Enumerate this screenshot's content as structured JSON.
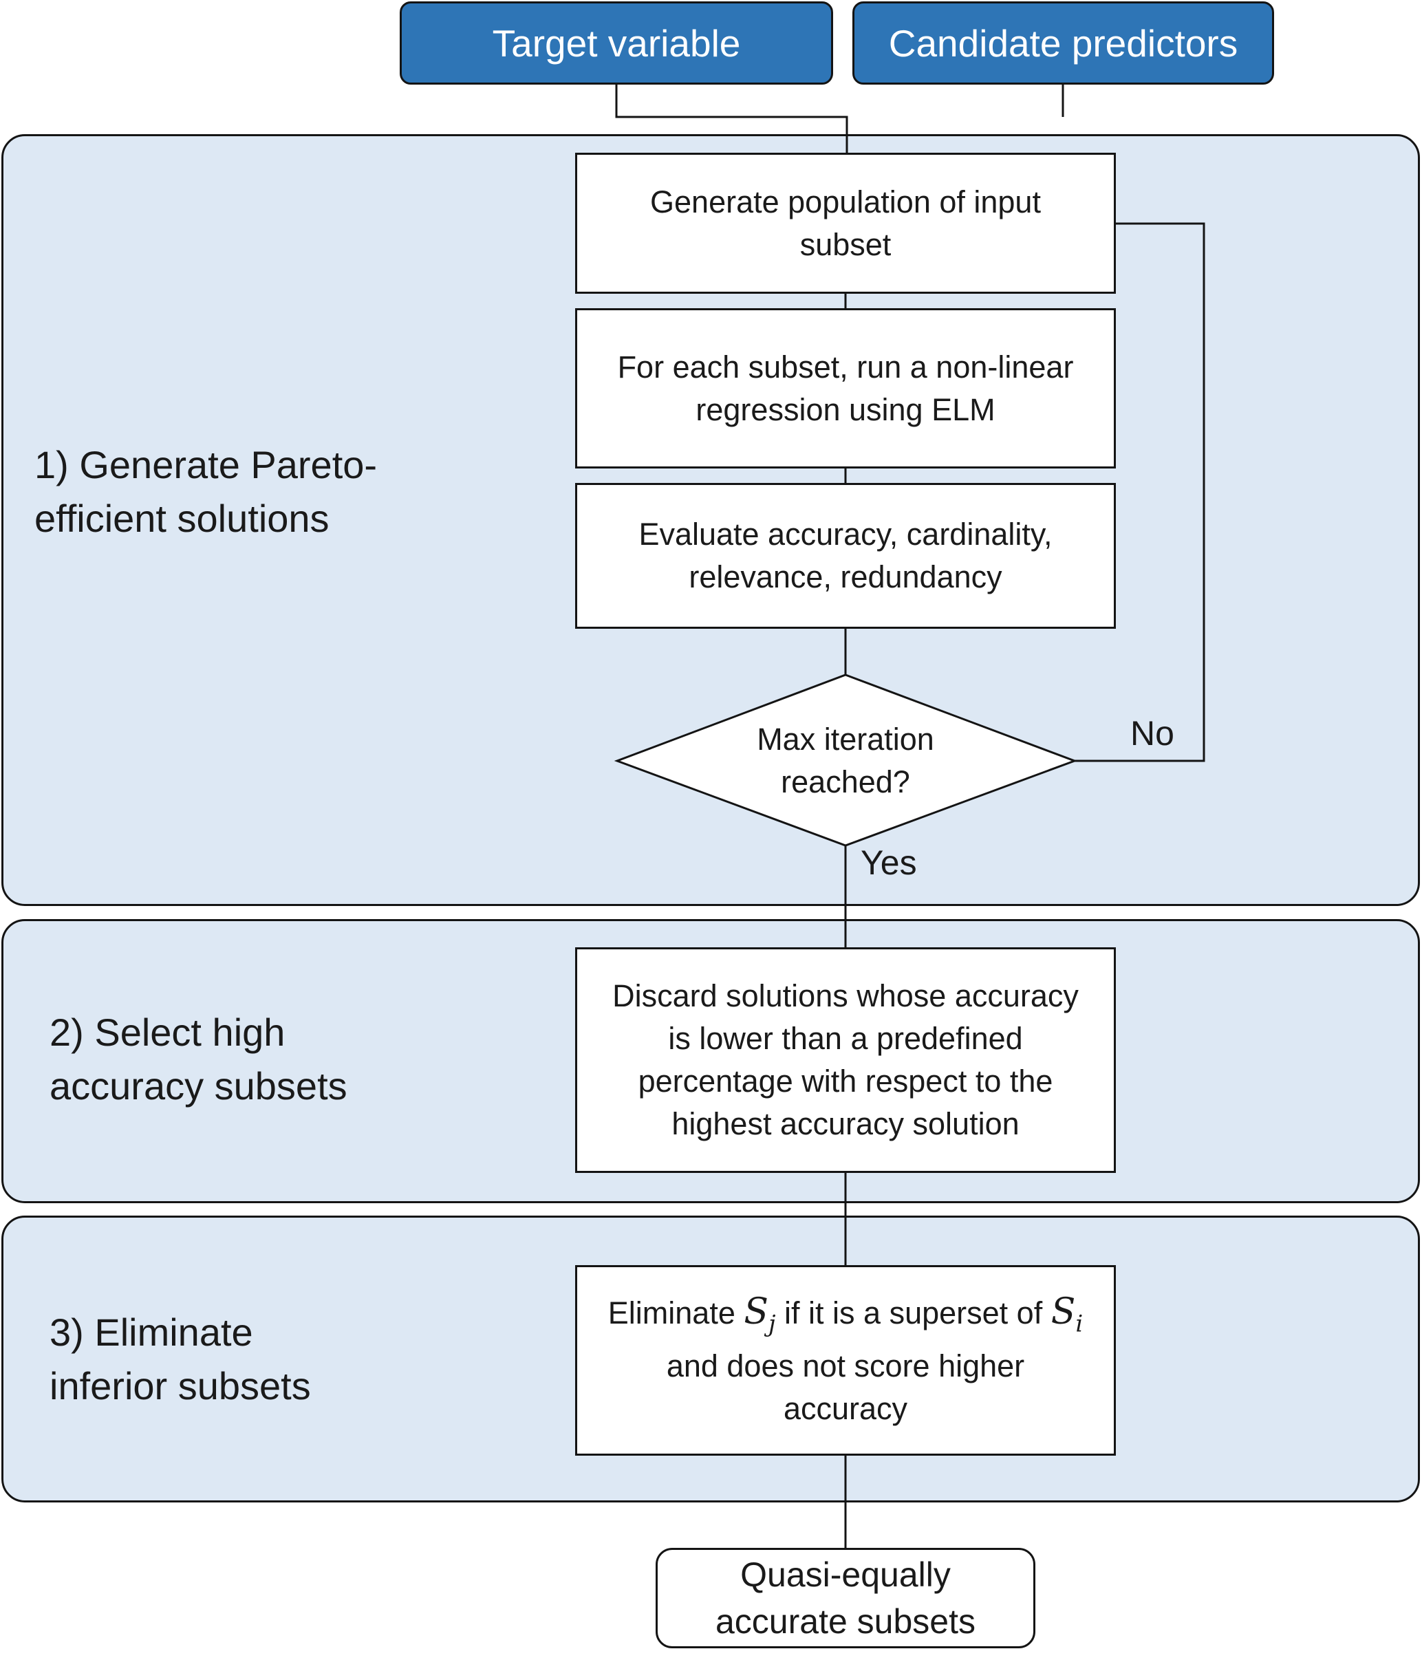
{
  "inputs": {
    "target": "Target variable",
    "candidates": "Candidate predictors"
  },
  "phases": [
    {
      "lines": [
        "1) Generate Pareto-",
        "efficient solutions"
      ]
    },
    {
      "lines": [
        "2) Select high",
        "accuracy subsets"
      ]
    },
    {
      "lines": [
        "3) Eliminate",
        "inferior subsets"
      ]
    }
  ],
  "steps": {
    "generate": [
      "Generate population of input",
      "subset"
    ],
    "regression": [
      "For each subset,  run a non-linear",
      "regression using ELM"
    ],
    "evaluate": [
      "Evaluate accuracy, cardinality,",
      "relevance, redundancy"
    ],
    "decision": [
      "Max iteration",
      "reached?"
    ],
    "discard": [
      "Discard solutions whose accuracy",
      "is lower than a predefined",
      "percentage with respect to the",
      "highest accuracy solution"
    ],
    "eliminate": {
      "prefix": "Eliminate ",
      "var_j": "S",
      "sub_j": "j",
      "middle": " if it is a superset of ",
      "var_i": "S",
      "sub_i": "i",
      "line2": "and does not score higher",
      "line3": "accuracy"
    }
  },
  "edges": {
    "no": "No",
    "yes": "Yes"
  },
  "output": [
    "Quasi-equally",
    "accurate subsets"
  ]
}
